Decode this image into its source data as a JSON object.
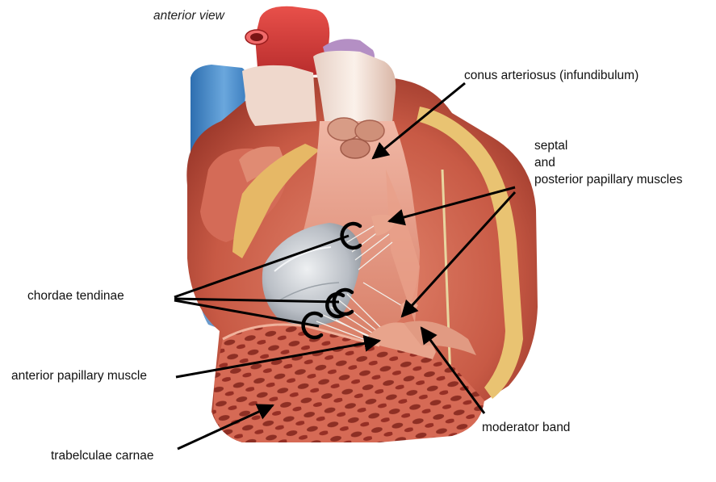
{
  "view_label": "anterior view",
  "labels": {
    "conus": "conus arteriosus (infundibulum)",
    "septal_line1": "septal",
    "septal_line2": "and",
    "septal_line3": "posterior papillary muscles",
    "chordae": "chordae tendinae",
    "anterior_papillary": "anterior papillary muscle",
    "trabeculae": "trabelculae carnae",
    "moderator": "moderator band"
  },
  "colors": {
    "myocardium": "#c85a45",
    "myocardium_dark": "#9e3a2c",
    "fat": "#e9c372",
    "aorta": "#d93a3a",
    "vena_cava": "#3f86c9",
    "pulmonary": "#f3e6de",
    "valve": "#c9cdd2",
    "arrow": "#000000"
  }
}
